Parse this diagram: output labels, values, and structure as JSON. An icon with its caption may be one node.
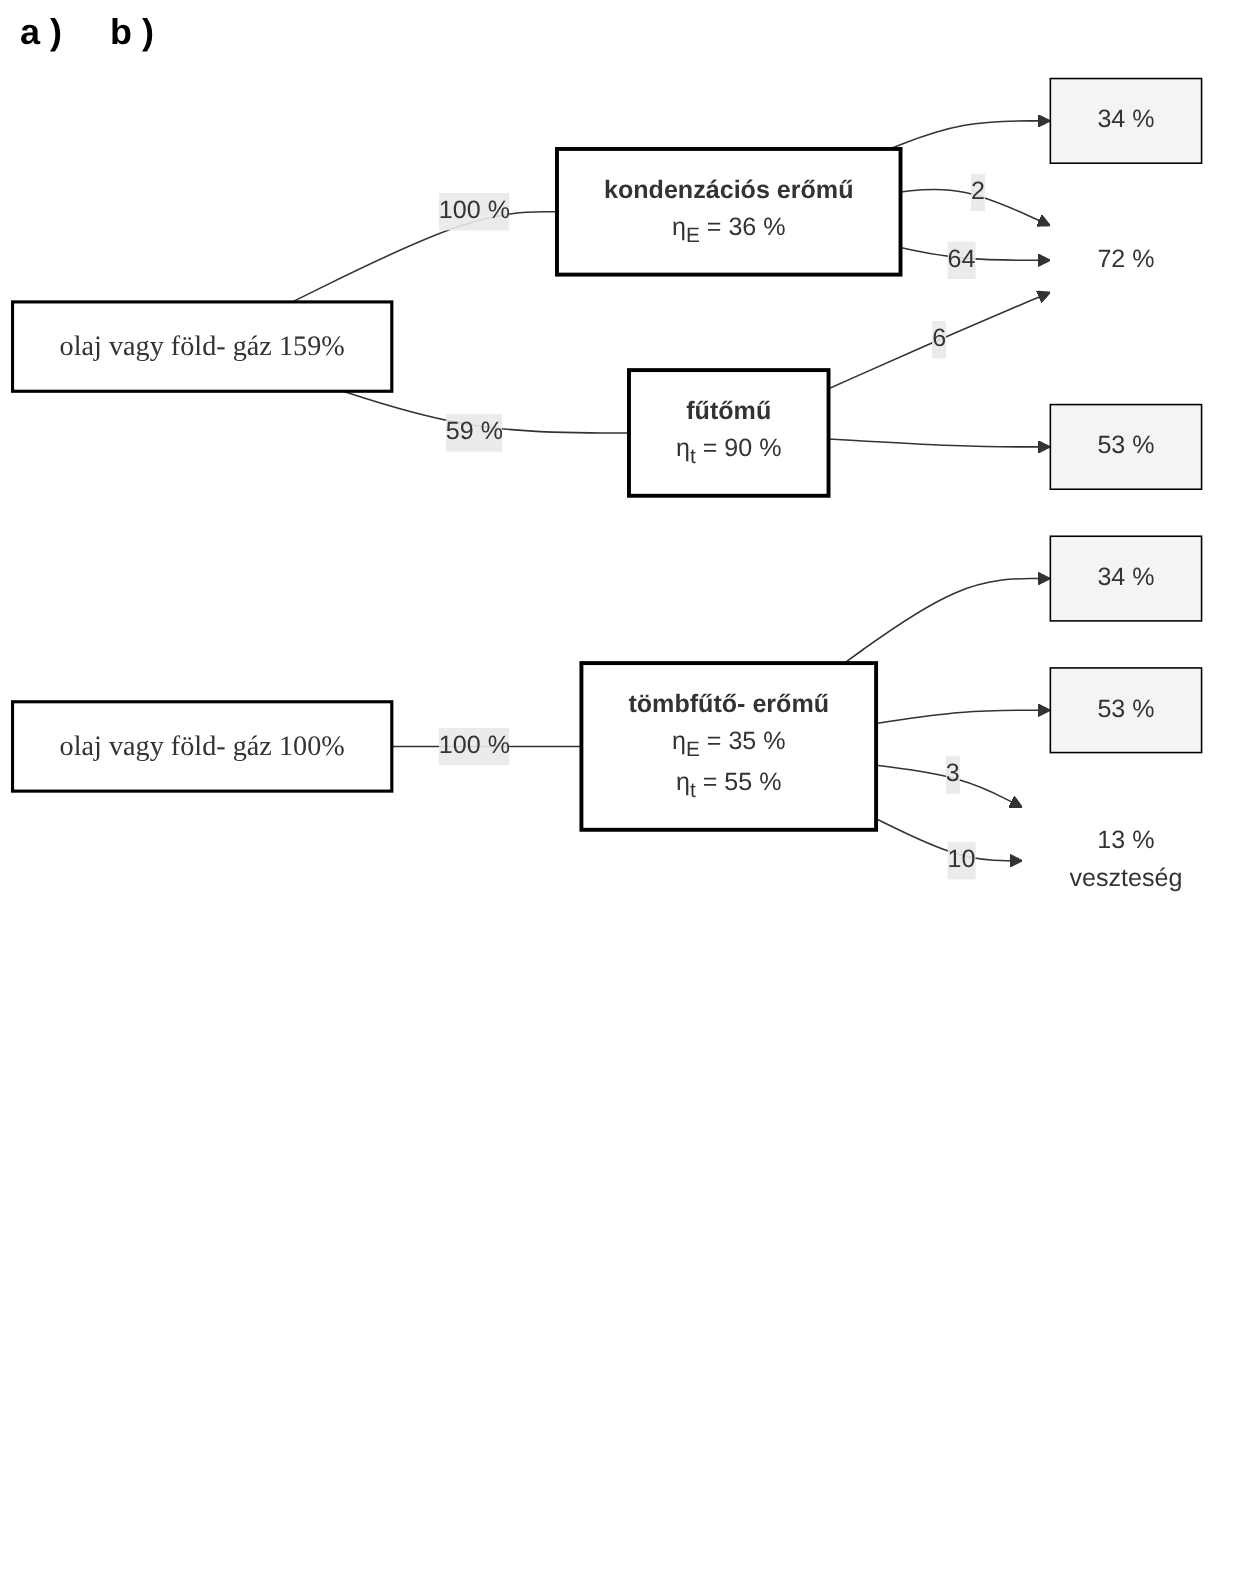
{
  "diagram": {
    "nodes": [
      {
        "text": [
          "olaj vagy föld- gáz 159%"
        ]
      },
      {
        "text": [
          "kondenzációs erőmű",
          "η$_{E}$ = 36 %"
        ]
      },
      {
        "text": [
          "fűtőmű",
          "η$_{t}$ = 90 %"
        ]
      },
      {
        "text": [
          "34 %"
        ]
      },
      {
        "text": [
          "53 %"
        ]
      },
      {
        "text": [
          "72 %"
        ]
      },
      {
        "text": [
          "olaj vagy föld- gáz 100%"
        ]
      },
      {
        "text": [
          "tömbfűtő- erőmű",
          "η$_{E}$ = 35 %",
          "η$_{t}$ = 55 %"
        ]
      },
      {
        "text": [
          "34 %"
        ]
      },
      {
        "text": [
          "53 %"
        ]
      },
      {
        "text": [
          "13 %",
          "veszteség"
        ]
      }
    ],
    "edges": [
      {
        "from": 0,
        "to": 1,
        "label": "100 %",
        "arrow": "none"
      },
      {
        "from": 0,
        "to": 2,
        "label": "59 %",
        "arrow": "none"
      },
      {
        "from": 1,
        "to": 3,
        "arrow": "to"
      },
      {
        "from": 2,
        "to": 4,
        "arrow": "to"
      },
      {
        "from": 2,
        "to": 5,
        "label": "6",
        "arrow": "to"
      },
      {
        "from": 1,
        "to": 5,
        "label": "64",
        "arrow": "to"
      },
      {
        "from": 1,
        "to": 5,
        "label": "2",
        "arrow": "to"
      },
      {
        "from": 6,
        "to": 7,
        "label": "100 %",
        "arrow": "none"
      },
      {
        "from": 7,
        "to": 8,
        "arrow": "to"
      },
      {
        "from": 7,
        "to": 9,
        "arrow": "to"
      },
      {
        "from": 7,
        "to": 10,
        "label": "10",
        "arrow": "to"
      },
      {
        "from": 7,
        "to": 10,
        "label": "3",
        "arrow": "to"
      }
    ],
    "labels": [
      "a )",
      "b )"
    ]
  }
}
